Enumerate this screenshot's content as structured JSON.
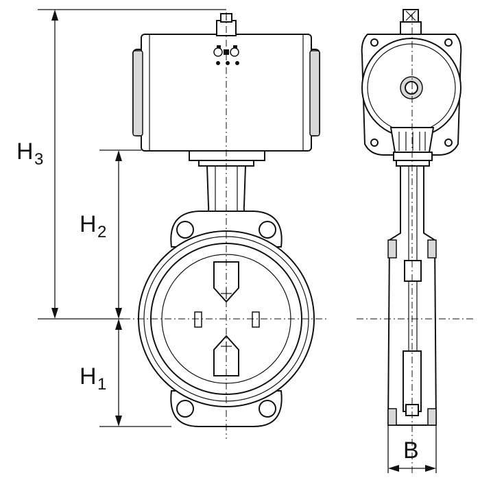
{
  "dimensions": {
    "h1": {
      "letter": "H",
      "sub": "1"
    },
    "h2": {
      "letter": "H",
      "sub": "2"
    },
    "h3": {
      "letter": "H",
      "sub": "3"
    },
    "b": {
      "letter": "B"
    }
  }
}
